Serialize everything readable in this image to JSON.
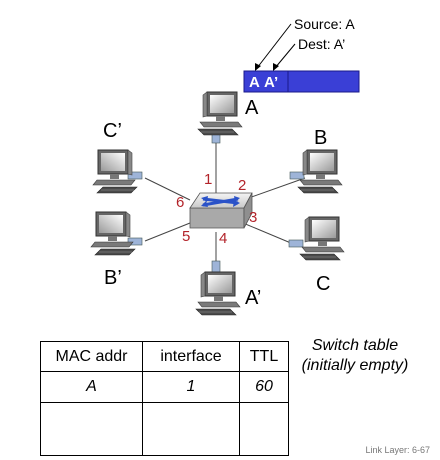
{
  "annotation": {
    "source": "Source: A",
    "dest": "Dest: A’"
  },
  "frame": {
    "fields": [
      "A",
      "A’"
    ]
  },
  "hosts": [
    {
      "id": "A",
      "label": "A"
    },
    {
      "id": "B",
      "label": "B"
    },
    {
      "id": "C",
      "label": "C"
    },
    {
      "id": "A2",
      "label": "A’"
    },
    {
      "id": "B2",
      "label": "B’"
    },
    {
      "id": "C2",
      "label": "C’"
    }
  ],
  "ports": [
    "1",
    "2",
    "3",
    "4",
    "5",
    "6"
  ],
  "table": {
    "headers": [
      "MAC addr",
      "interface",
      "TTL"
    ],
    "rows": [
      [
        "A",
        "1",
        "60"
      ]
    ]
  },
  "caption": {
    "line1": "Switch table",
    "line2": "(initially empty)"
  },
  "footer": "Link Layer: 6-67",
  "colors": {
    "frame": "#3a3fd6",
    "port_numbers": "#b3242a",
    "switch": "#2a52c8"
  }
}
